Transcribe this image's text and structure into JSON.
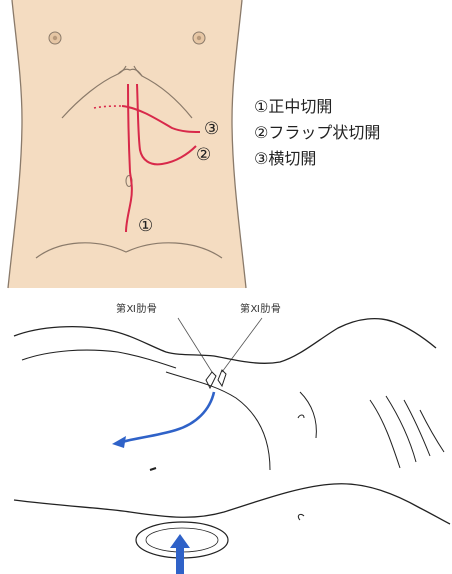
{
  "torso": {
    "skin_color": "#f4dcc1",
    "outline_color": "#8a7a6a",
    "incision_color": "#d8294a",
    "markers": {
      "midline": "①",
      "flap": "②",
      "transverse": "③"
    }
  },
  "legend": {
    "items": [
      {
        "label": "①正中切開"
      },
      {
        "label": "②フラップ状切開"
      },
      {
        "label": "③横切開"
      }
    ]
  },
  "lateral": {
    "rib_labels": [
      "第Ⅺ肋骨",
      "第Ⅺ肋骨"
    ],
    "arrow_color": "#2f62c8"
  }
}
